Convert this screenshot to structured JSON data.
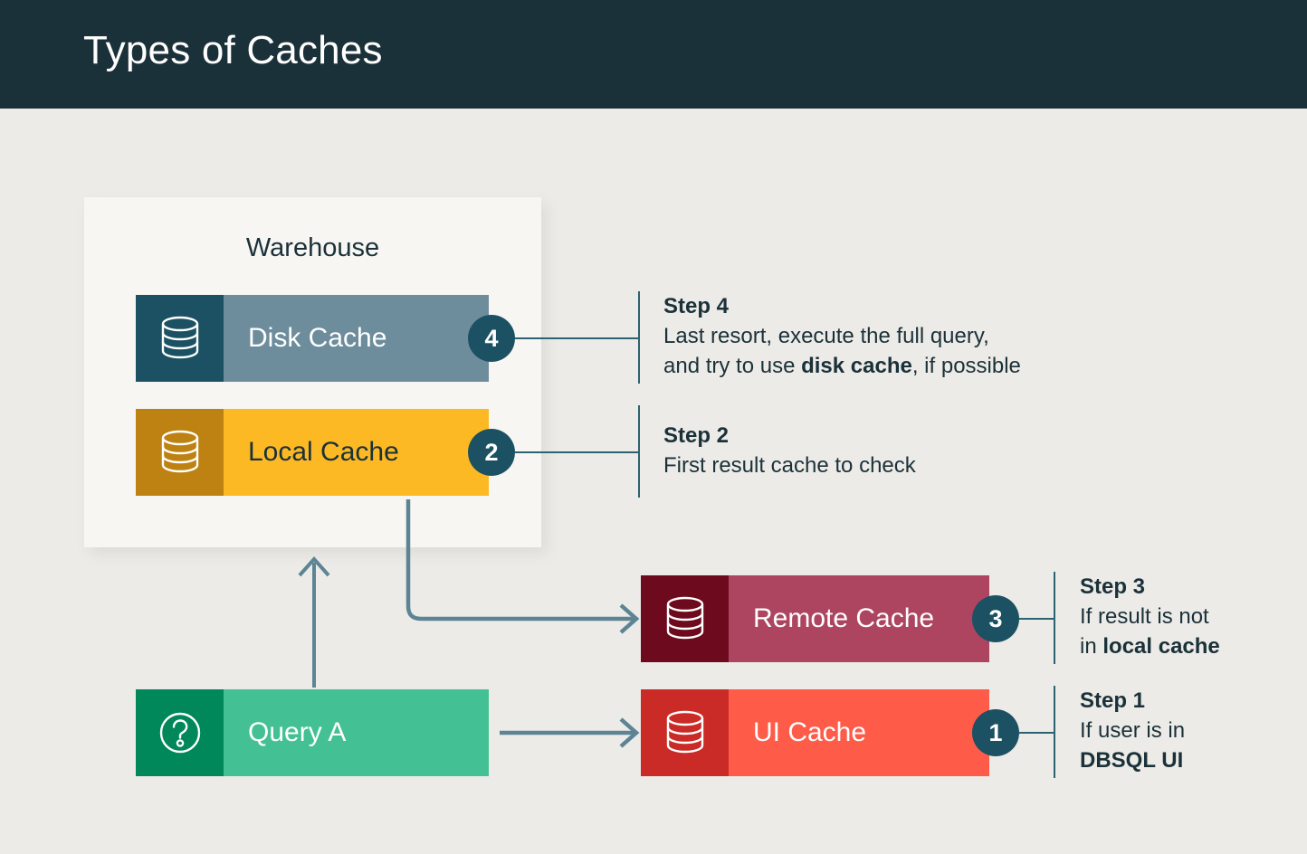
{
  "header": {
    "title": "Types of Caches",
    "background_color": "#1b3139",
    "title_color": "#ffffff"
  },
  "canvas": {
    "background_color": "#ecebe7",
    "panel_color": "#f7f6f2",
    "text_color": "#1b3139",
    "accent_color": "#1b5162",
    "connector_color": "#2d6272",
    "arrow_color": "#5d8494"
  },
  "warehouse": {
    "label": "Warehouse"
  },
  "caches": {
    "disk": {
      "label": "Disk Cache",
      "icon": "database-icon",
      "icon_panel_color": "#1b5162",
      "body_color": "#6d8d9c",
      "label_color": "#ffffff",
      "step_number": "4"
    },
    "local": {
      "label": "Local Cache",
      "icon": "database-icon",
      "icon_panel_color": "#bd8211",
      "body_color": "#fcb924",
      "label_color": "#1b3139",
      "step_number": "2"
    },
    "remote": {
      "label": "Remote Cache",
      "icon": "database-icon",
      "icon_panel_color": "#6e0a1e",
      "body_color": "#ad4560",
      "label_color": "#ffffff",
      "step_number": "3"
    },
    "ui": {
      "label": "UI Cache",
      "icon": "database-icon",
      "icon_panel_color": "#cb2b26",
      "body_color": "#fe5b48",
      "label_color": "#ffffff",
      "step_number": "1"
    }
  },
  "query": {
    "label": "Query A",
    "icon": "question-mark-circle-icon",
    "icon_panel_color": "#00875a",
    "body_color": "#43c194",
    "label_color": "#ffffff"
  },
  "steps": [
    {
      "id": "step-1",
      "heading": "Step 1",
      "line1": "If user is in",
      "line2_bold": "DBSQL UI",
      "line2_after": "",
      "target": "UI Cache"
    },
    {
      "id": "step-2",
      "heading": "Step 2",
      "line1": "First result cache to check",
      "line2_bold": "",
      "line2_after": "",
      "target": "Local Cache"
    },
    {
      "id": "step-3",
      "heading": "Step 3",
      "line1": "If result is not",
      "line2_before": "in ",
      "line2_bold": "local cache",
      "line2_after": "",
      "target": "Remote Cache"
    },
    {
      "id": "step-4",
      "heading": "Step 4",
      "line1": "Last resort, execute the full query,",
      "line2_before": "and try to use ",
      "line2_bold": "disk cache",
      "line2_after": ", if possible",
      "target": "Disk Cache"
    }
  ],
  "flows": [
    {
      "name": "query-to-warehouse",
      "from": "Query A",
      "to": "Warehouse",
      "style": "arrow-up"
    },
    {
      "name": "local-to-remote",
      "from": "Local Cache",
      "to": "Remote Cache",
      "style": "elbow-arrow"
    },
    {
      "name": "query-to-ui",
      "from": "Query A",
      "to": "UI Cache",
      "style": "arrow-right"
    }
  ]
}
